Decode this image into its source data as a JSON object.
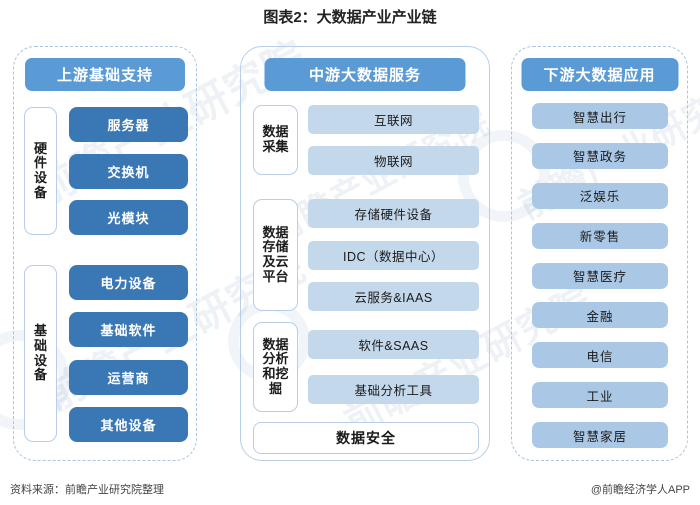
{
  "title": "图表2：大数据产业产业链",
  "columns": {
    "upstream": {
      "header": "上游基础支持",
      "groups": [
        {
          "label": "硬件设备",
          "label_rows": [
            "硬",
            "件",
            "设",
            "备"
          ],
          "items": [
            "服务器",
            "交换机",
            "光模块"
          ]
        },
        {
          "label": "基础设备",
          "label_rows": [
            "基",
            "础",
            "设",
            "备"
          ],
          "items": [
            "电力设备",
            "基础软件",
            "运营商",
            "其他设备"
          ]
        }
      ]
    },
    "midstream": {
      "header": "中游大数据服务",
      "groups": [
        {
          "label": "数据采集",
          "label_rows": [
            "数据",
            "采集"
          ],
          "items": [
            "互联网",
            "物联网"
          ]
        },
        {
          "label": "数据存储及云平台",
          "label_rows": [
            "数据",
            "存储",
            "及云",
            "平台"
          ],
          "items": [
            "存储硬件设备",
            "IDC（数据中心）",
            "云服务&IAAS"
          ]
        },
        {
          "label": "数据分析和挖掘",
          "label_rows": [
            "数据",
            "分析",
            "和挖",
            "掘"
          ],
          "items": [
            "软件&SAAS",
            "基础分析工具"
          ]
        }
      ],
      "full_width_item": "数据安全"
    },
    "downstream": {
      "header": "下游大数据应用",
      "items": [
        "智慧出行",
        "智慧政务",
        "泛娱乐",
        "新零售",
        "智慧医疗",
        "金融",
        "电信",
        "工业",
        "智慧家居"
      ]
    }
  },
  "footer": {
    "source": "资料来源：前瞻产业研究院整理",
    "brand": "@前瞻经济学人APP"
  },
  "watermarks": [
    "前瞻产业研究院",
    "前瞻产业研究院",
    "前瞻产业研究院",
    "前瞻产业研究院",
    "前瞻产业研究院"
  ],
  "colors": {
    "header_blue": "#5b9bd5",
    "upstream_pill": "#3a78b5",
    "midstream_pill": "#c4d8ec",
    "downstream_pill": "#aac8e6",
    "container_border": "#a8c4e0"
  }
}
